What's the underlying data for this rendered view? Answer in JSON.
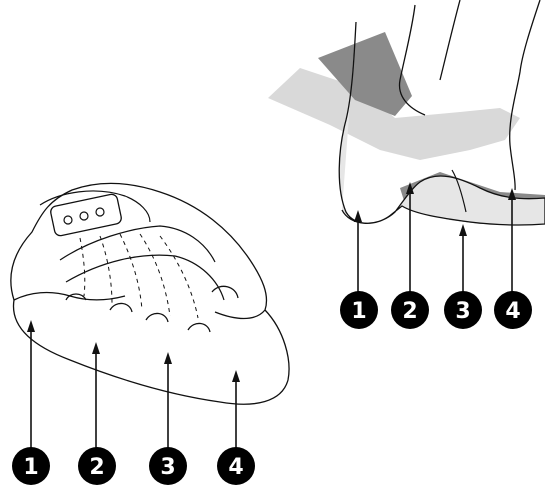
{
  "diagram": {
    "shoe_markers": [
      {
        "label": "1"
      },
      {
        "label": "2"
      },
      {
        "label": "3"
      },
      {
        "label": "4"
      }
    ],
    "foot_markers": [
      {
        "label": "1"
      },
      {
        "label": "2"
      },
      {
        "label": "3"
      },
      {
        "label": "4"
      }
    ],
    "colors": {
      "line": "#111111",
      "marker_fill": "#000000",
      "marker_text": "#ffffff",
      "light_gray": "#d9d9d9",
      "mid_gray": "#bdbdbd",
      "dark_gray": "#8a8a8a"
    }
  }
}
